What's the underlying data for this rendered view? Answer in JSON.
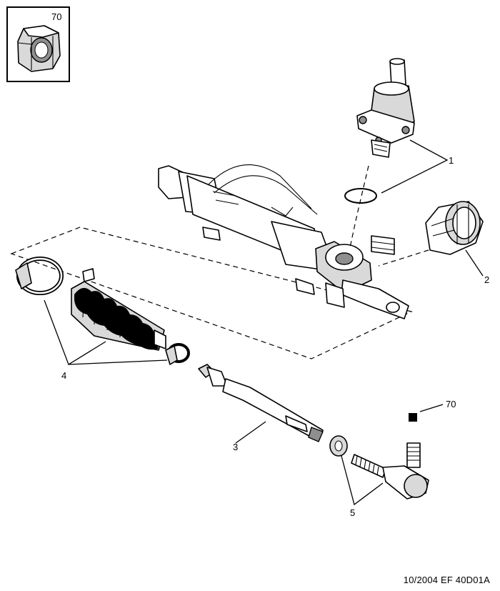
{
  "callouts": [
    {
      "id": "inset",
      "text": "70"
    },
    {
      "id": "1",
      "text": "1"
    },
    {
      "id": "2",
      "text": "2"
    },
    {
      "id": "3",
      "text": "3"
    },
    {
      "id": "4",
      "text": "4"
    },
    {
      "id": "5",
      "text": "5"
    },
    {
      "id": "torque",
      "text": "70"
    }
  ],
  "footer": {
    "text": "10/2004   EF 40D01A"
  }
}
